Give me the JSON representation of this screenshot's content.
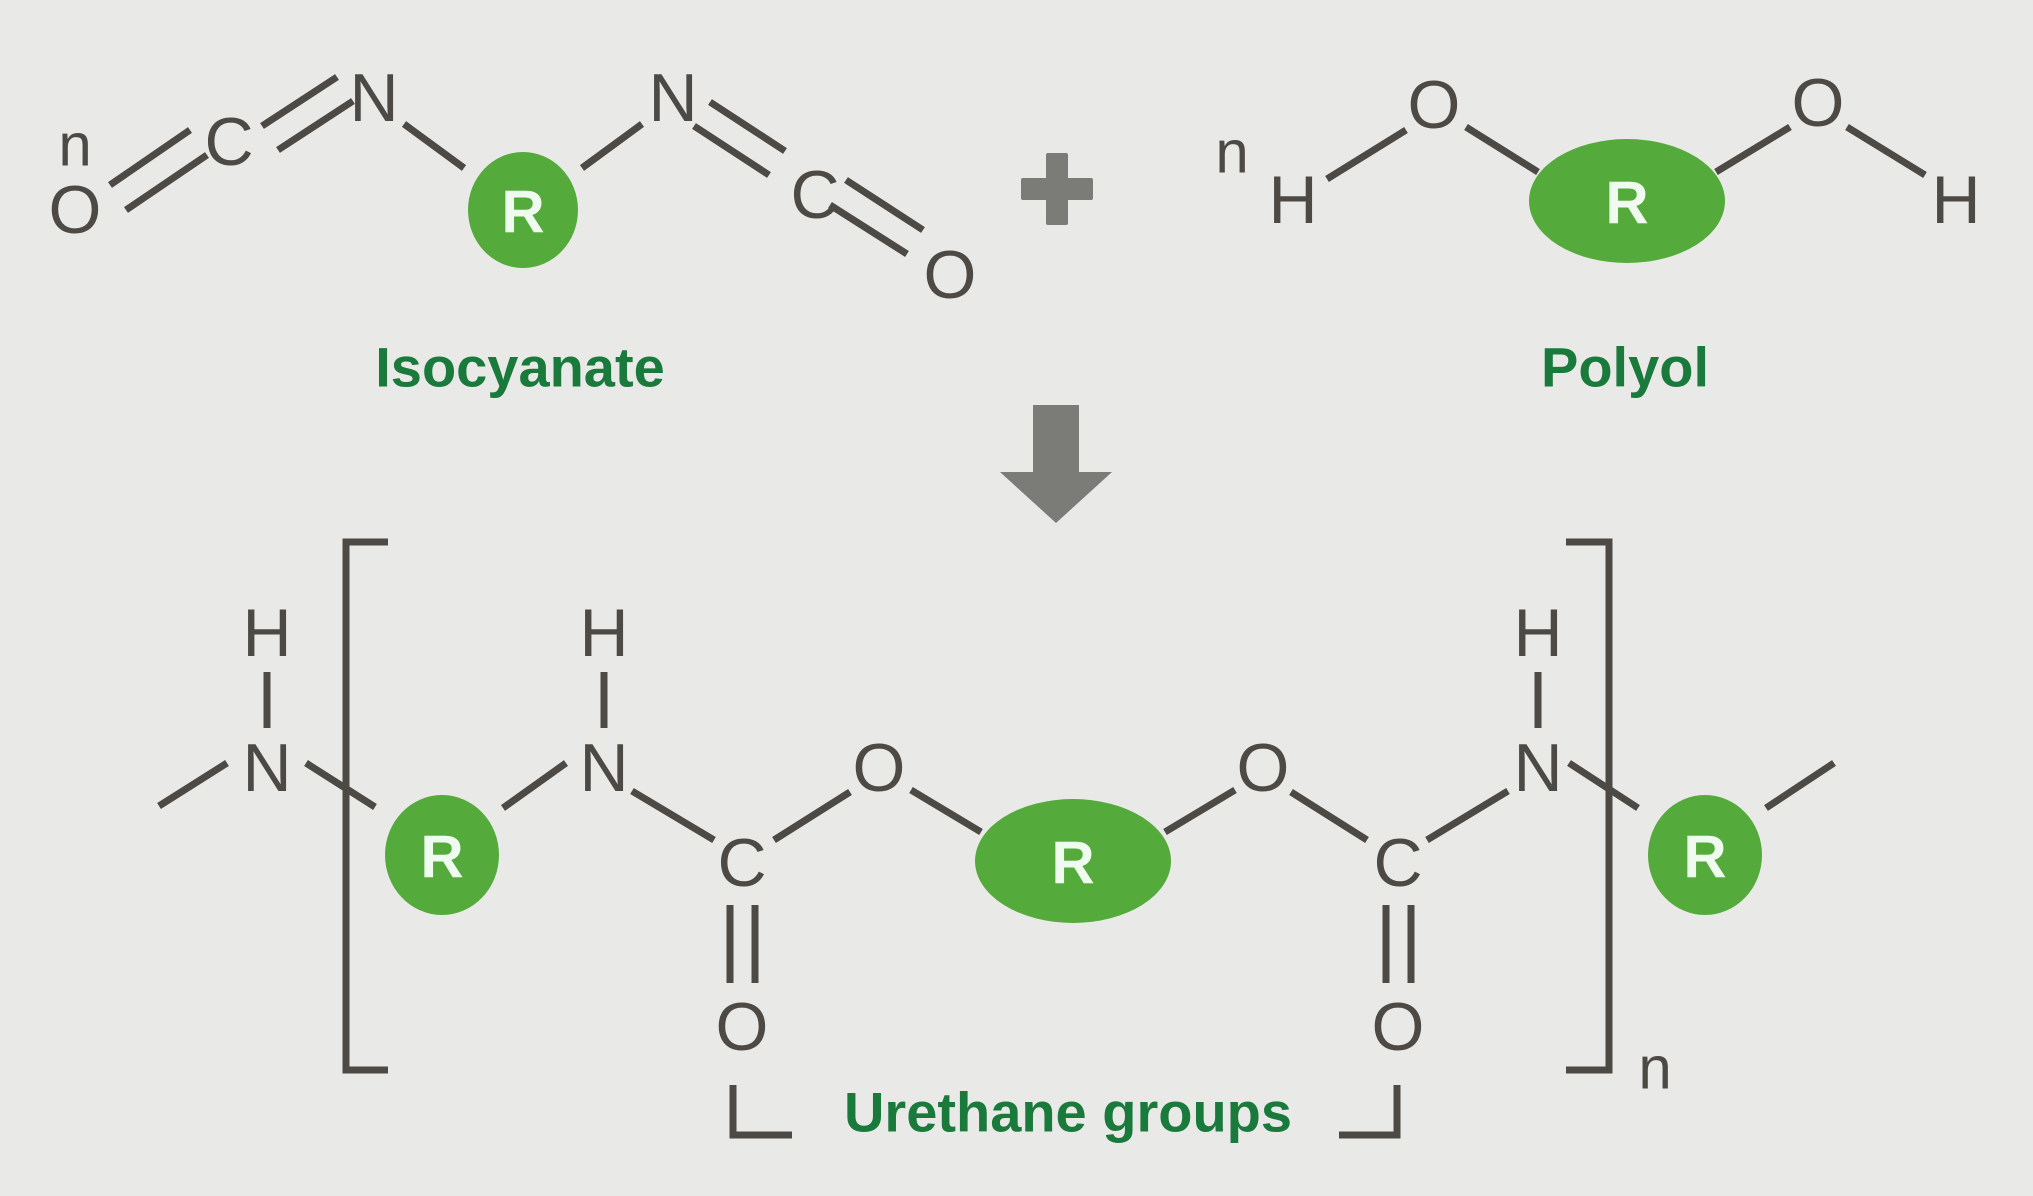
{
  "figure": {
    "title": "Polyurethane formation reaction",
    "background_color": "#e9eae8",
    "bond_color": "#4d4a46",
    "accent_green": "#55aa3c",
    "label_green": "#1a7a3c",
    "arrow_color": "#7b7b78"
  },
  "reactants": {
    "isocyanate": {
      "label": "Isocyanate",
      "repeat_index": "n",
      "r_group": "R",
      "atoms_left": [
        "O",
        "C",
        "N"
      ],
      "atoms_right": [
        "N",
        "C",
        "O"
      ]
    },
    "plus_sign": "+",
    "polyol": {
      "label": "Polyol",
      "repeat_index": "n",
      "r_group": "R",
      "atoms_left": [
        "H",
        "O"
      ],
      "atoms_right": [
        "O",
        "H"
      ]
    }
  },
  "reaction_arrow": {
    "direction": "down",
    "icon": "down-arrow-icon"
  },
  "product": {
    "label": "Urethane groups",
    "repeat_index": "n",
    "r_groups": [
      "R",
      "R",
      "R"
    ],
    "units": [
      {
        "name": "left-amine",
        "atoms": [
          "H",
          "N"
        ]
      },
      {
        "name": "urethane-left",
        "atoms": [
          "H",
          "N",
          "C",
          "O",
          "O"
        ]
      },
      {
        "name": "urethane-right",
        "atoms": [
          "O",
          "C",
          "O",
          "N",
          "H"
        ]
      },
      {
        "name": "right-amine",
        "atoms": [
          "H",
          "N"
        ]
      }
    ]
  },
  "atom_labels": {
    "O": "O",
    "C": "C",
    "N": "N",
    "H": "H",
    "R": "R",
    "n": "n"
  }
}
